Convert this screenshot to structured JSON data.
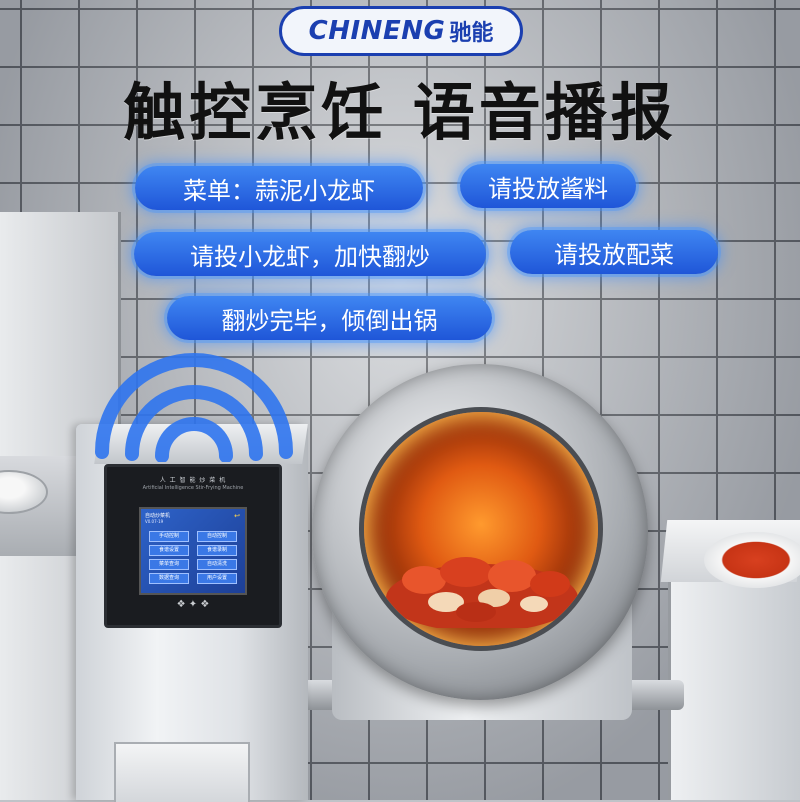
{
  "brand": {
    "logo_text": "CHINENG",
    "logo_cn": "驰能",
    "brand_color": "#1b3fb0"
  },
  "headline": "触控烹饪 语音播报",
  "voice_prompts": [
    {
      "text": "菜单：蒜泥小龙虾"
    },
    {
      "text": "请投放酱料"
    },
    {
      "text": "请投小龙虾，加快翻炒"
    },
    {
      "text": "请投放配菜"
    },
    {
      "text": "翻炒完毕，倾倒出锅"
    }
  ],
  "bubble_color": "#2a6ae6",
  "machine_panel": {
    "title": "人 工 智 能 炒 菜 机",
    "subtitle": "Artificial Intelligence Stir-Frying Machine",
    "screen_header": "自动炒菜机",
    "screen_version": "V0.07-19",
    "back_symbol": "↩",
    "buttons": [
      "手动控制",
      "自动控制",
      "食谱设置",
      "食谱录制",
      "菜单查询",
      "自动清洗",
      "数据查询",
      "用户设置"
    ]
  },
  "icons": {
    "signal": "signal-waves-icon",
    "back": "back-arrow-icon"
  }
}
